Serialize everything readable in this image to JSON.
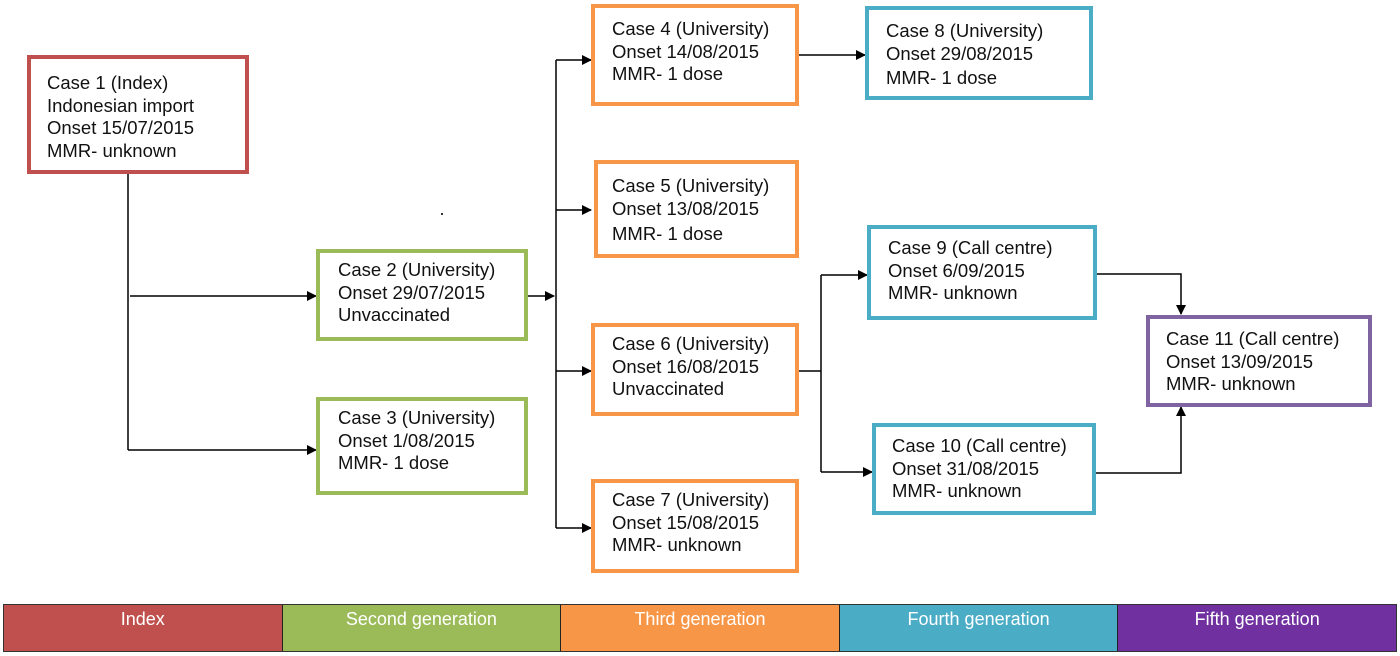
{
  "cases": [
    {
      "id": "case1",
      "lines": [
        "Case 1 (Index)",
        "Indonesian import",
        "Onset 15/07/2015",
        "MMR- unknown"
      ],
      "generation": "Index"
    },
    {
      "id": "case2",
      "lines": [
        "Case 2 (University)",
        "Onset 29/07/2015",
        "Unvaccinated"
      ],
      "generation": "Second generation"
    },
    {
      "id": "case3",
      "lines": [
        "Case 3 (University)",
        "Onset 1/08/2015",
        "MMR- 1 dose"
      ],
      "generation": "Second generation"
    },
    {
      "id": "case4",
      "lines": [
        "Case 4 (University)",
        "Onset 14/08/2015",
        "MMR- 1 dose"
      ],
      "generation": "Third generation"
    },
    {
      "id": "case5",
      "lines": [
        "Case 5 (University)",
        "Onset 13/08/2015",
        "MMR- 1 dose"
      ],
      "generation": "Third generation"
    },
    {
      "id": "case6",
      "lines": [
        "Case 6 (University)",
        "Onset 16/08/2015",
        "Unvaccinated"
      ],
      "generation": "Third generation"
    },
    {
      "id": "case7",
      "lines": [
        "Case 7 (University)",
        "Onset 15/08/2015",
        "MMR- unknown"
      ],
      "generation": "Third generation"
    },
    {
      "id": "case8",
      "lines": [
        "Case 8 (University)",
        "Onset 29/08/2015",
        "MMR- 1 dose"
      ],
      "generation": "Fourth generation"
    },
    {
      "id": "case9",
      "lines": [
        "Case 9 (Call centre)",
        "Onset 6/09/2015",
        "MMR- unknown"
      ],
      "generation": "Fourth generation"
    },
    {
      "id": "case10",
      "lines": [
        "Case 10 (Call centre)",
        "Onset 31/08/2015",
        "MMR- unknown"
      ],
      "generation": "Fourth generation"
    },
    {
      "id": "case11",
      "lines": [
        "Case 11 (Call centre)",
        "Onset 13/09/2015",
        "MMR- unknown"
      ],
      "generation": "Fifth generation"
    }
  ],
  "links": [
    {
      "from": "case1",
      "to": "case2"
    },
    {
      "from": "case1",
      "to": "case3"
    },
    {
      "from": "case2",
      "to": "case4"
    },
    {
      "from": "case2",
      "to": "case5"
    },
    {
      "from": "case2",
      "to": "case6"
    },
    {
      "from": "case2",
      "to": "case7"
    },
    {
      "from": "case4",
      "to": "case8"
    },
    {
      "from": "case6",
      "to": "case9"
    },
    {
      "from": "case6",
      "to": "case10"
    },
    {
      "from": "case9",
      "to": "case11"
    },
    {
      "from": "case10",
      "to": "case11"
    }
  ],
  "legend": [
    {
      "label": "Index",
      "color": "#c0504d"
    },
    {
      "label": "Second generation",
      "color": "#9bbb59"
    },
    {
      "label": "Third generation",
      "color": "#f79646"
    },
    {
      "label": "Fourth generation",
      "color": "#4bacc6"
    },
    {
      "label": "Fifth generation",
      "color": "#7030a0"
    }
  ]
}
